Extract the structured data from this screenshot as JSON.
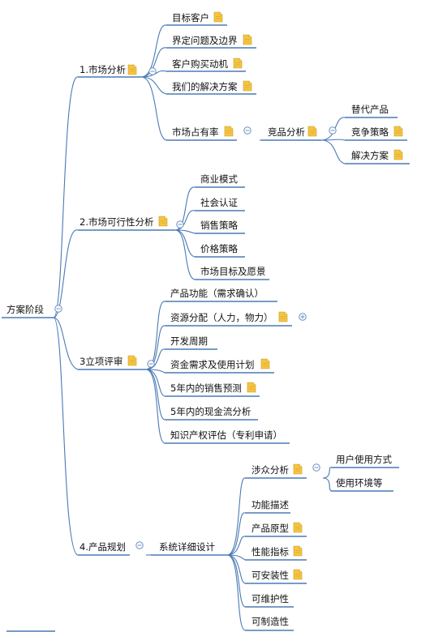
{
  "root": {
    "label": "方案阶段"
  },
  "branches": [
    {
      "label": "1.市场分析",
      "children": [
        {
          "label": "目标客户"
        },
        {
          "label": "界定问题及边界"
        },
        {
          "label": "客户购买动机"
        },
        {
          "label": "我们的解决方案"
        },
        {
          "label": "市场占有率",
          "children": [
            {
              "label": "竞品分析",
              "children": [
                {
                  "label": "替代产品"
                },
                {
                  "label": "竞争策略"
                },
                {
                  "label": "解决方案"
                }
              ]
            }
          ]
        }
      ]
    },
    {
      "label": "2.市场可行性分析",
      "children": [
        {
          "label": "商业模式"
        },
        {
          "label": "社会认证"
        },
        {
          "label": "销售策略"
        },
        {
          "label": "价格策略"
        },
        {
          "label": "市场目标及愿景"
        }
      ]
    },
    {
      "label": "3立项评审",
      "children": [
        {
          "label": "产品功能（需求确认）"
        },
        {
          "label": "资源分配（人力，物力）"
        },
        {
          "label": "开发周期"
        },
        {
          "label": "资金需求及使用计划"
        },
        {
          "label": "5年内的销售预测"
        },
        {
          "label": "5年内的现金流分析"
        },
        {
          "label": "知识产权评估（专利申请）"
        }
      ]
    },
    {
      "label": "4.产品规划",
      "children": [
        {
          "label": "系统详细设计",
          "children": [
            {
              "label": "涉众分析",
              "children": [
                {
                  "label": "用户使用方式"
                },
                {
                  "label": "使用环境等"
                }
              ]
            },
            {
              "label": "功能描述"
            },
            {
              "label": "产品原型"
            },
            {
              "label": "性能指标"
            },
            {
              "label": "可安装性"
            },
            {
              "label": "可维护性"
            },
            {
              "label": "可制造性"
            }
          ]
        }
      ]
    }
  ],
  "colors": {
    "line": "#4a7ab5",
    "note": "#f5c542"
  }
}
